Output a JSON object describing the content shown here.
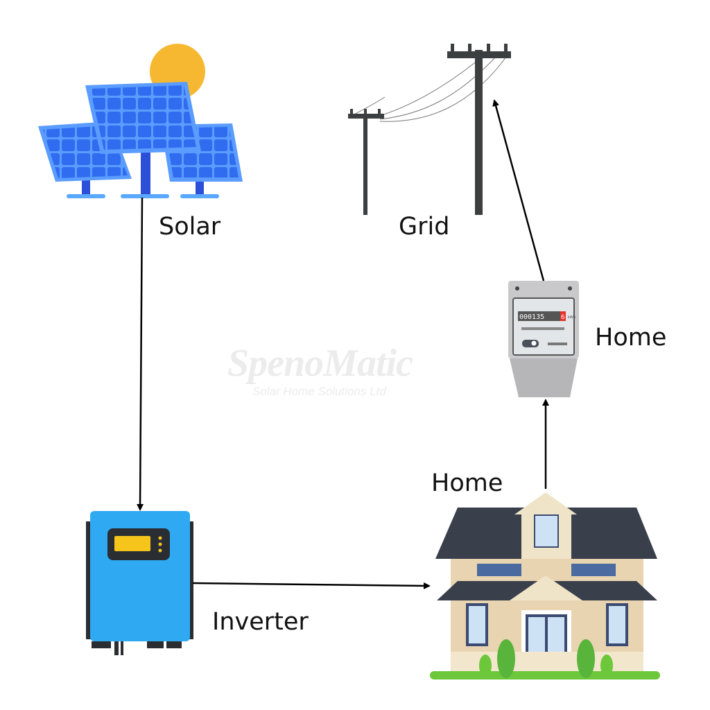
{
  "labels": {
    "solar": "Solar",
    "grid": "Grid",
    "meter": "Home",
    "home": "Home",
    "inverter": "Inverter"
  },
  "watermark": {
    "brand": "SpenoMatic",
    "tagline": "Solar Home Solutions Ltd"
  },
  "meter": {
    "reading": "000135",
    "reading_red": "6",
    "unit": "kWh"
  },
  "colors": {
    "panel": "#2f6cf0",
    "sun": "#f6b830",
    "inverter": "#2fa9f2",
    "roof": "#3a3f4c",
    "wall": "#e8d4b0",
    "grass": "#6cc83a"
  },
  "flows": [
    {
      "from": "Solar",
      "to": "Inverter"
    },
    {
      "from": "Inverter",
      "to": "Home"
    },
    {
      "from": "Home",
      "to": "Meter"
    },
    {
      "from": "Meter",
      "to": "Grid"
    }
  ]
}
